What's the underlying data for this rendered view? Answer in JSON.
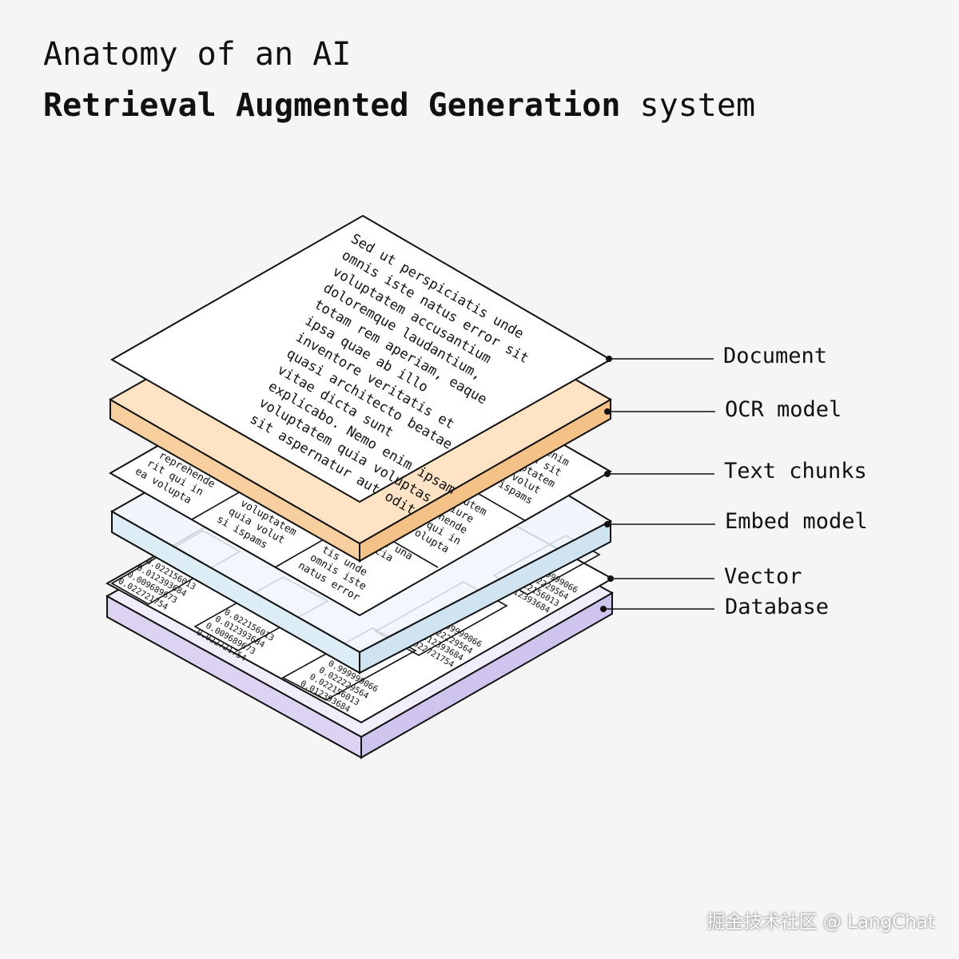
{
  "title": {
    "line1": "Anatomy of an AI",
    "line2_bold": "Retrieval Augmented Generation",
    "line2_rest": " system"
  },
  "labels": {
    "document": "Document",
    "ocr": "OCR model",
    "chunks": "Text chunks",
    "embed": "Embed model",
    "vector": "Vector",
    "database": "Database"
  },
  "document_lines": [
    "Sed ut perspiciatis unde",
    "omnis iste natus error sit",
    "voluptatem accusantium",
    "doloremque laudantium,",
    "totam rem aperiam, eaque",
    "ipsa quae ab illo",
    "inventore veritatis et",
    "quasi architecto beatae",
    "vitae dicta sunt",
    "explicabo. Nemo enim ipsam",
    "voluptatem quia voluptas",
    "sit aspernatur aut odit"
  ],
  "chunks": [
    [
      "reprehende",
      "rit qui in",
      "ea volupta"
    ],
    [
      "voluptatem",
      "quia volut",
      "si ispams"
    ],
    [
      "tis unde",
      "omnis iste",
      "natus error"
    ],
    [
      "autem",
      "iure",
      "hende",
      "qui in",
      "olupta"
    ],
    [
      "enim",
      "n sit",
      "ptatem",
      "volut",
      "ispams"
    ],
    [
      "spicia",
      "t una"
    ]
  ],
  "vectors": {
    "v1": [
      "0.022156013",
      "0.012393684",
      "0.009689673",
      "0.022721754"
    ],
    "v2": [
      "0.999999066",
      "0.022229564",
      "0.022156013",
      "0.012393684",
      "0.009689673",
      "0.022721754"
    ]
  },
  "colors": {
    "document": "#ffffff",
    "ocr_top": "#fde3c4",
    "ocr_side": "#f7cf9f",
    "embed_top": "#eef6fb",
    "embed_side": "#dcedf6",
    "db_top": "#f1edfb",
    "db_side": "#dcd3f3"
  },
  "watermark": "掘金技术社区 @ LangChat"
}
